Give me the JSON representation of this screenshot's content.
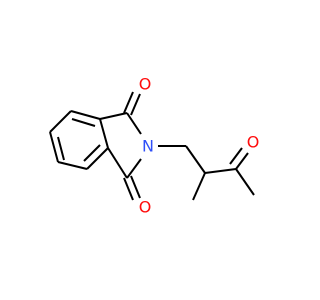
{
  "colors": {
    "bond": "#000000",
    "oxygen": "#ff0d0d",
    "nitrogen": "#3050f8",
    "background": "#ffffff"
  },
  "atoms": {
    "o_top": {
      "symbol": "O"
    },
    "o_bottom": {
      "symbol": "O"
    },
    "o_ketone": {
      "symbol": "O"
    },
    "n_imide": {
      "symbol": "N"
    }
  }
}
